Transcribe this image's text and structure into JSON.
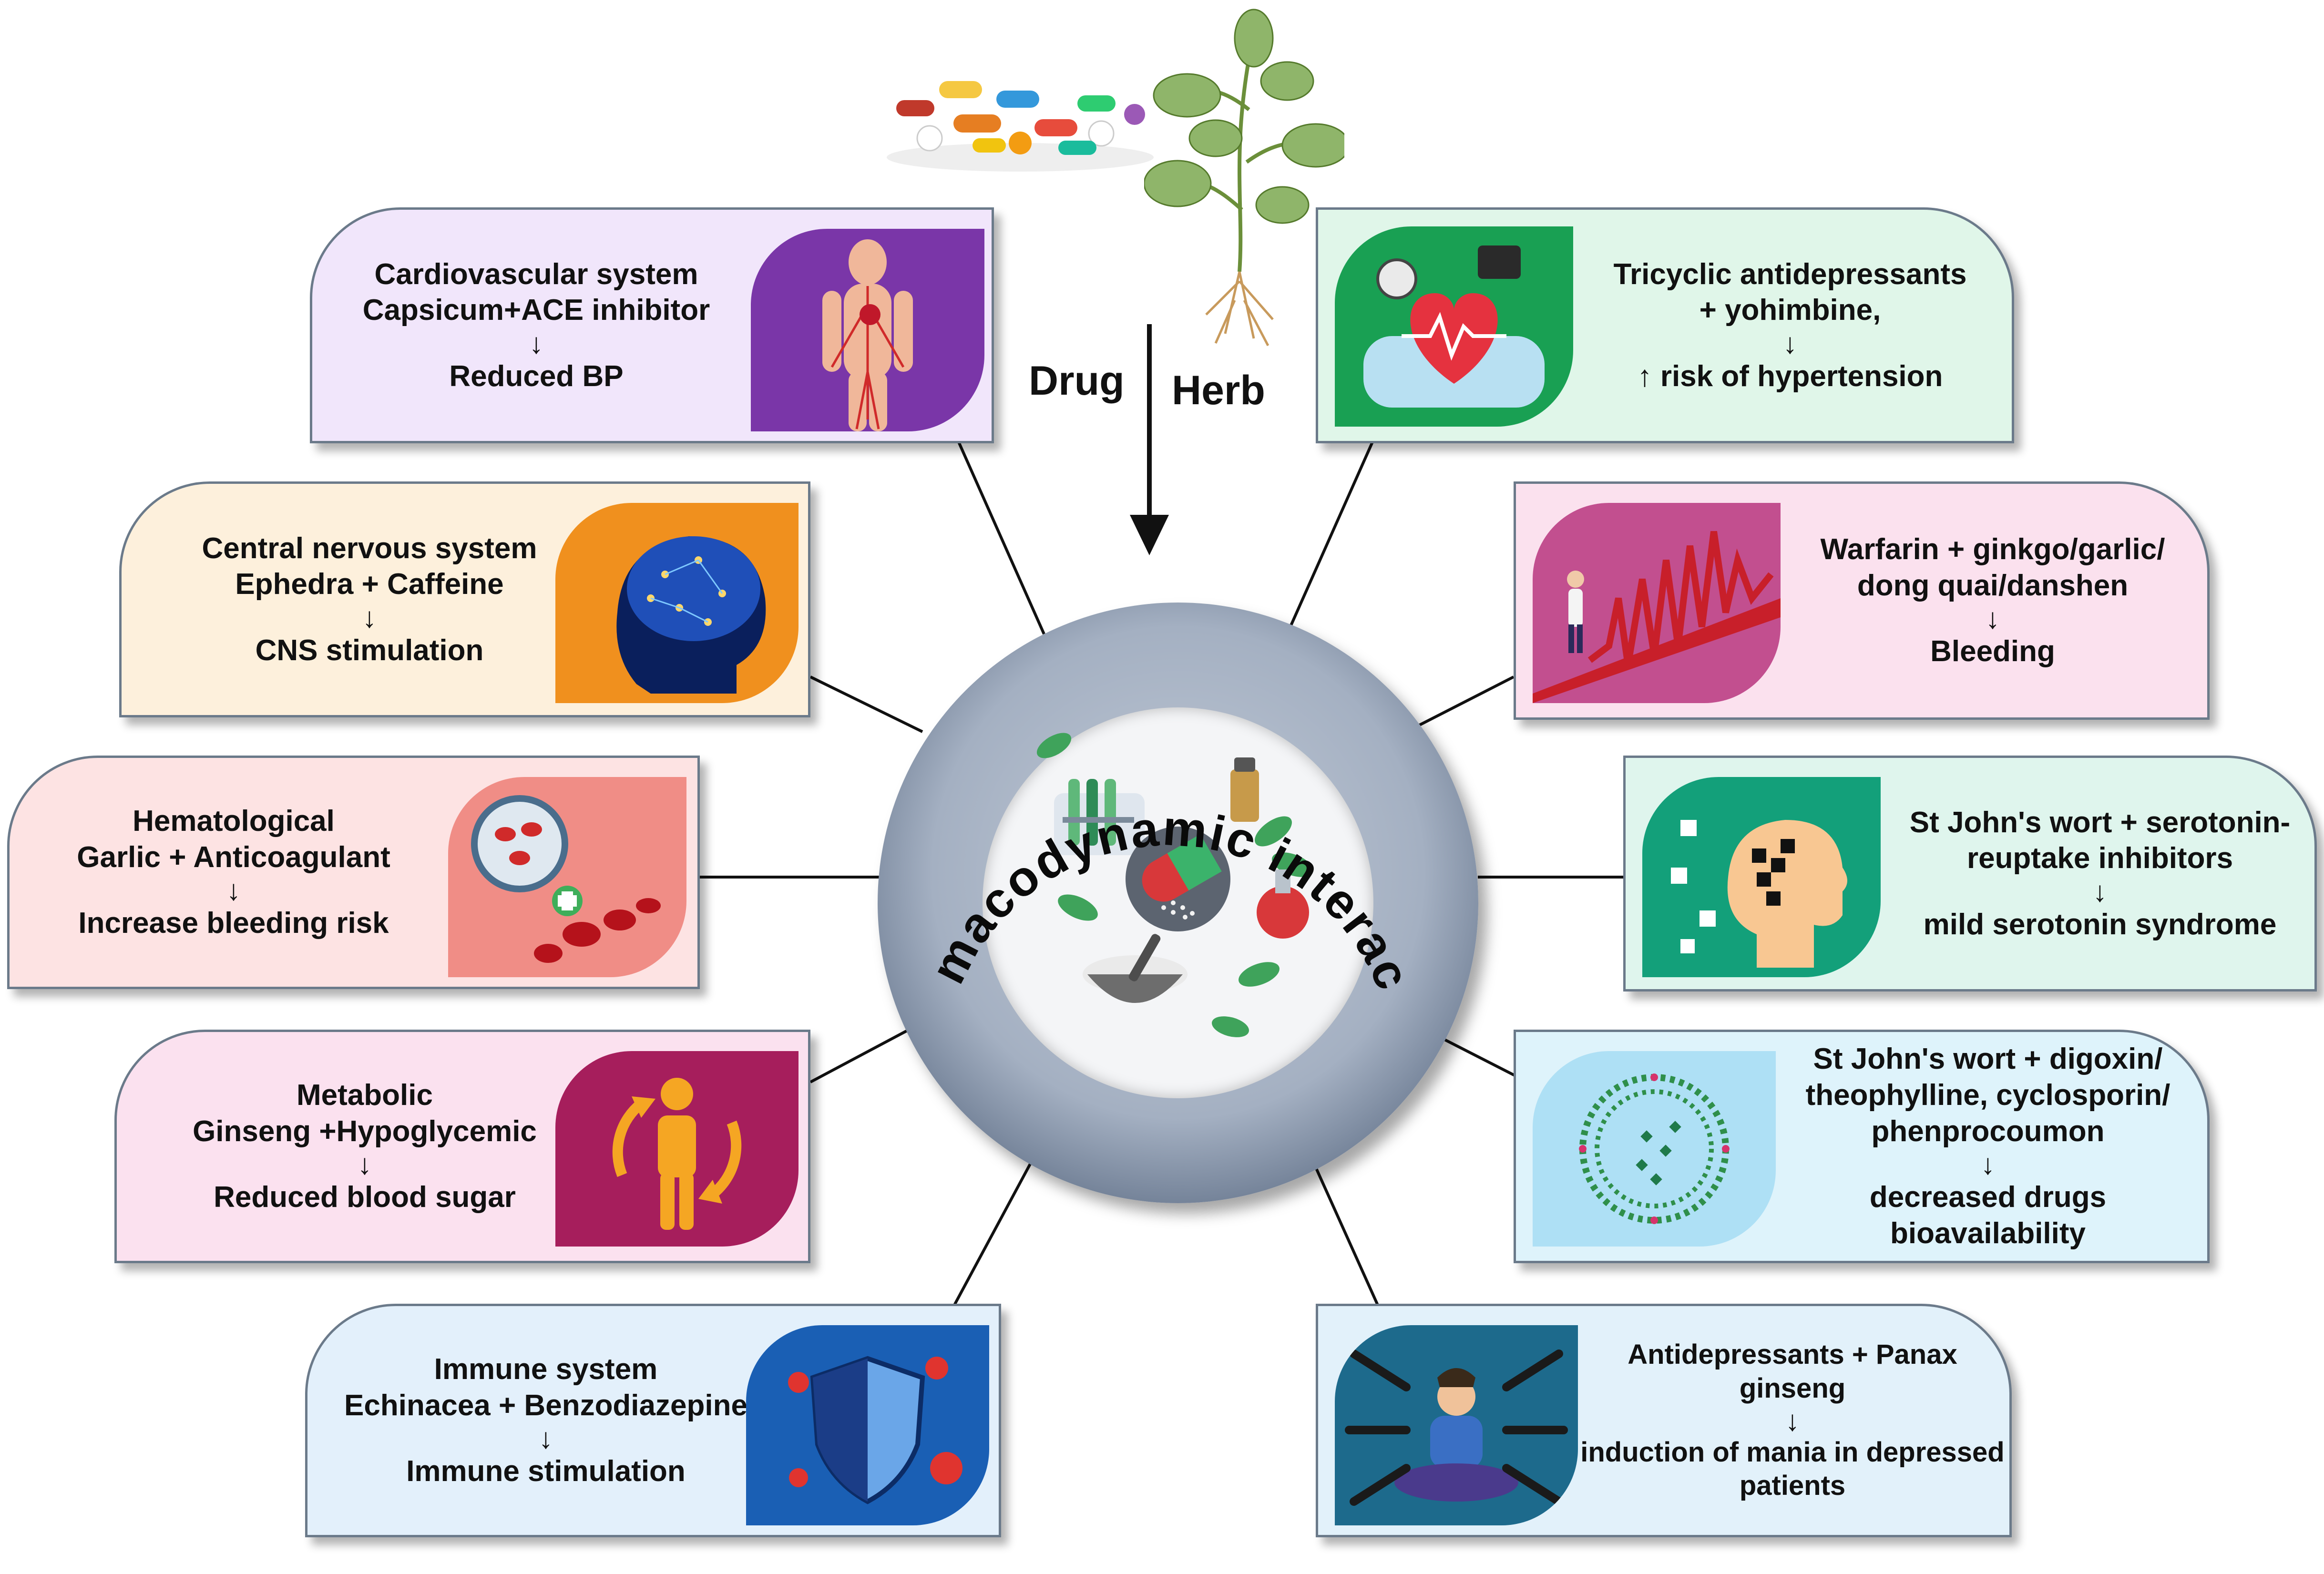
{
  "header": {
    "drug_label": "Drug",
    "herb_label": "Herb"
  },
  "center": {
    "title": "Pharmacodynamic interactions"
  },
  "cards": {
    "cardiovascular": {
      "system": "Cardiovascular system",
      "combo": "Capsicum+ACE inhibitor",
      "effect": "Reduced BP"
    },
    "cns": {
      "system": "Central nervous system",
      "combo": "Ephedra + Caffeine",
      "effect": "CNS stimulation"
    },
    "hematological": {
      "system": "Hematological",
      "combo": "Garlic + Anticoagulant",
      "effect": "Increase bleeding risk"
    },
    "metabolic": {
      "system": "Metabolic",
      "combo": "Ginseng +Hypoglycemic",
      "effect": "Reduced blood sugar"
    },
    "immune": {
      "system": "Immune system",
      "combo": "Echinacea + Benzodiazepine",
      "effect": "Immune stimulation"
    },
    "tricyclic": {
      "line1": "Tricyclic antidepressants",
      "line2": "+ yohimbine,",
      "effect": "risk of hypertension"
    },
    "warfarin": {
      "line1": "Warfarin + ginkgo/garlic/",
      "line2": "dong quai/danshen",
      "effect": "Bleeding"
    },
    "ssri": {
      "line1": "St John's wort + serotonin-",
      "line2": "reuptake inhibitors",
      "effect": "mild serotonin syndrome"
    },
    "digoxin": {
      "line1": "St John's wort + digoxin/",
      "line2": "theophylline, cyclosporin/",
      "line3": "phenprocoumon",
      "effect1": "decreased drugs",
      "effect2": "bioavailability"
    },
    "ginseng": {
      "line1": "Antidepressants + Panax ginseng",
      "effect1": "induction of mania in depressed",
      "effect2": "patients"
    }
  },
  "colors": {
    "lavender": "#f1e6fb",
    "peach": "#fdf0dc",
    "pink_red": "#fde3e3",
    "pink": "#fbe1ef",
    "light_blue": "#e3f0fb",
    "mint": "#e0f6e9",
    "pink_right": "#fbe1ee",
    "teal_light": "#dff5ed",
    "sky": "#def3fb",
    "blue_light": "#e2f1fa"
  }
}
